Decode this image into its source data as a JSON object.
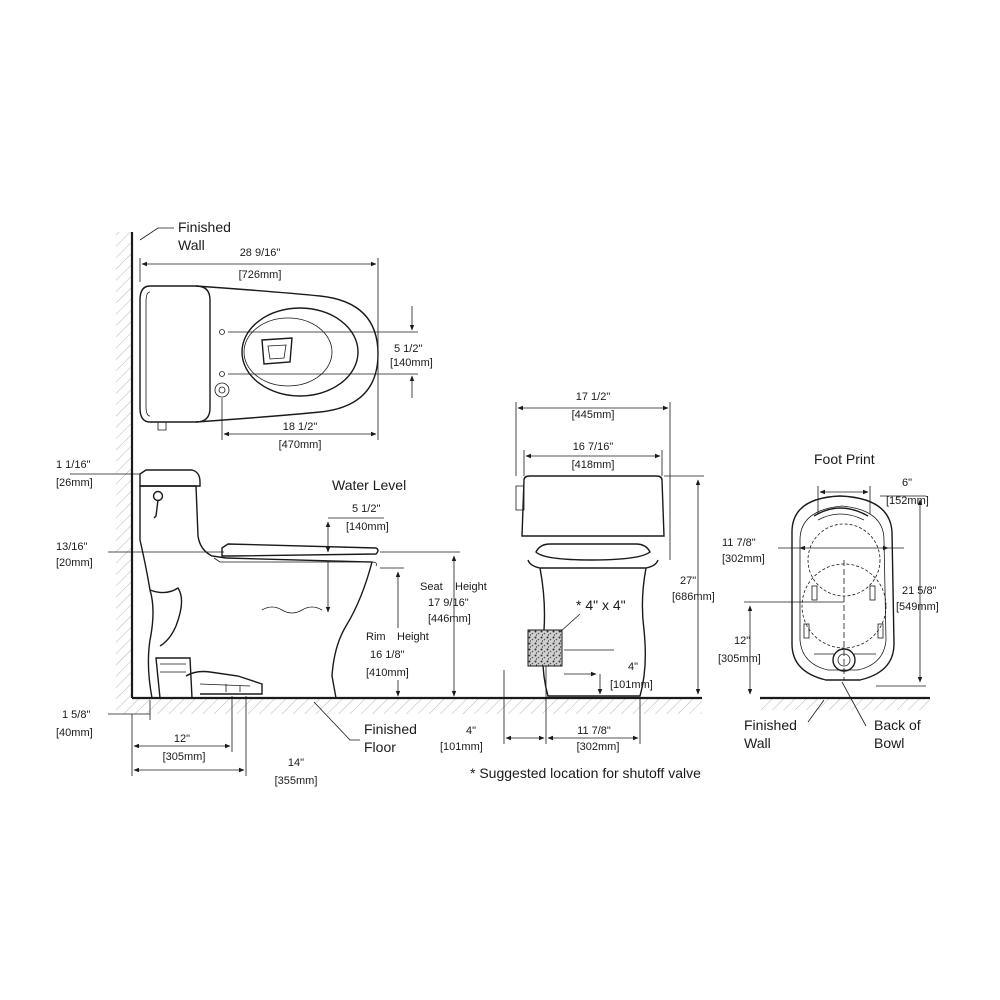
{
  "labels": {
    "finished_wall_top": [
      "Finished",
      "Wall"
    ],
    "water_level": "Water Level",
    "seat_height": [
      "Seat",
      "Height"
    ],
    "rim_height": [
      "Rim",
      "Height"
    ],
    "finished_floor": [
      "Finished",
      "Floor"
    ],
    "shutoff_box": "* 4\" x 4\"",
    "shutoff_note": "* Suggested location for shutoff valve",
    "foot_print": "Foot Print",
    "finished_wall_fp": [
      "Finished",
      "Wall"
    ],
    "back_of_bowl": [
      "Back of",
      "Bowl"
    ]
  },
  "dimensions": {
    "top_overall": [
      "28 9/16\"",
      "[726mm]"
    ],
    "top_bowl_offset": [
      "5 1/2\"",
      "[140mm]"
    ],
    "top_rim_length": [
      "18 1/2\"",
      "[470mm]"
    ],
    "lid_height": [
      "1 1/16\"",
      "[26mm]"
    ],
    "lever_drop": [
      "13/16\"",
      "[20mm]"
    ],
    "water_level": [
      "5 1/2\"",
      "[140mm]"
    ],
    "seat_height": [
      "17 9/16\"",
      "[446mm]"
    ],
    "rim_height": [
      "16 1/8\"",
      "[410mm]"
    ],
    "base_height": [
      "1 5/8\"",
      "[40mm]"
    ],
    "rough_in": [
      "12\"",
      "[305mm]"
    ],
    "base_depth": [
      "14\"",
      "[355mm]"
    ],
    "front_width": [
      "17 1/2\"",
      "[445mm]"
    ],
    "tank_width": [
      "16 7/16\"",
      "[418mm]"
    ],
    "overall_height": [
      "27\"",
      "[686mm]"
    ],
    "valve_height": [
      "4\"",
      "[101mm]"
    ],
    "valve_offset": [
      "4\"",
      "[101mm]"
    ],
    "supply_offset": [
      "11 7/8\"",
      "[302mm]"
    ],
    "fp_width": [
      "6\"",
      "[152mm]"
    ],
    "fp_mount": [
      "11 7/8\"",
      "[302mm]"
    ],
    "fp_length": [
      "21 5/8\"",
      "[549mm]"
    ],
    "fp_rough_in": [
      "12\"",
      "[305mm]"
    ]
  }
}
